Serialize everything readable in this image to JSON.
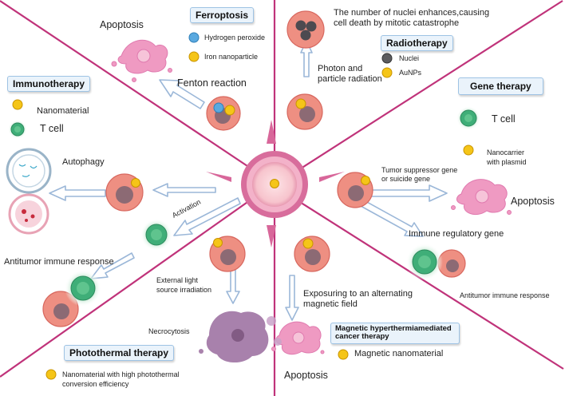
{
  "sections": {
    "ferroptosis": {
      "title": "Ferroptosis",
      "apoptosis": "Apoptosis",
      "legend_hydrogen_peroxide": "Hydrogen peroxide",
      "legend_iron_nanoparticle": "Iron nanoparticle",
      "reaction": "Fenton reaction"
    },
    "radiotherapy": {
      "title": "Radiotherapy",
      "description_line1": "The number of nuclei enhances,causing",
      "description_line2": "cell death by mitotic catastrophe",
      "radiation_line1": "Photon and",
      "radiation_line2": "particle radiation",
      "legend_nuclei": "Nuclei",
      "legend_aunps": "AuNPs"
    },
    "immunotherapy": {
      "title": "Immunotherapy",
      "legend_nanomaterial": "Nanomaterial",
      "legend_t_cell": "T cell",
      "autophagy": "Autophagy",
      "activation": "Activation",
      "antitumor": "Antitumor immune response"
    },
    "gene_therapy": {
      "title": "Gene therapy",
      "legend_t_cell": "T cell",
      "legend_nanocarrier_line1": "Nanocarrier",
      "legend_nanocarrier_line2": "with plasmid",
      "gene_line1": "Tumor suppressor gene",
      "gene_line2": "or suicide gene",
      "apoptosis": "Apoptosis",
      "immune_gene": "Immune regulatory gene",
      "antitumor": "Antitumor immune response"
    },
    "photothermal": {
      "title": "Photothermal therapy",
      "light_line1": "External light",
      "light_line2": "source irradiation",
      "necrocytosis": "Necrocytosis",
      "legend_line1": "Nanomaterial with high photothermal",
      "legend_line2": "conversion efficiency"
    },
    "magnetic": {
      "title_line1": "Magnetic hyperthermiamediated",
      "title_line2": "cancer therapy",
      "field_line1": "Exposuring to an alternating",
      "field_line2": "magnetic field",
      "legend_nanomaterial": "Magnetic nanomaterial",
      "apoptosis": "Apoptosis"
    }
  },
  "colors": {
    "divider": "#c0337a",
    "arrow_fill": "#ffffff",
    "arrow_stroke": "#9bb7d8",
    "cell": "#ee8f82",
    "cell_edge": "#d8685f",
    "nucleus": "#8c6a74",
    "nanoparticle": "#f5c518",
    "hydrogen_peroxide": "#5aa9e0",
    "t_cell": "#3fae78",
    "apoptotic": "#ef9ac2",
    "necrotic": "#9a6c9e"
  }
}
